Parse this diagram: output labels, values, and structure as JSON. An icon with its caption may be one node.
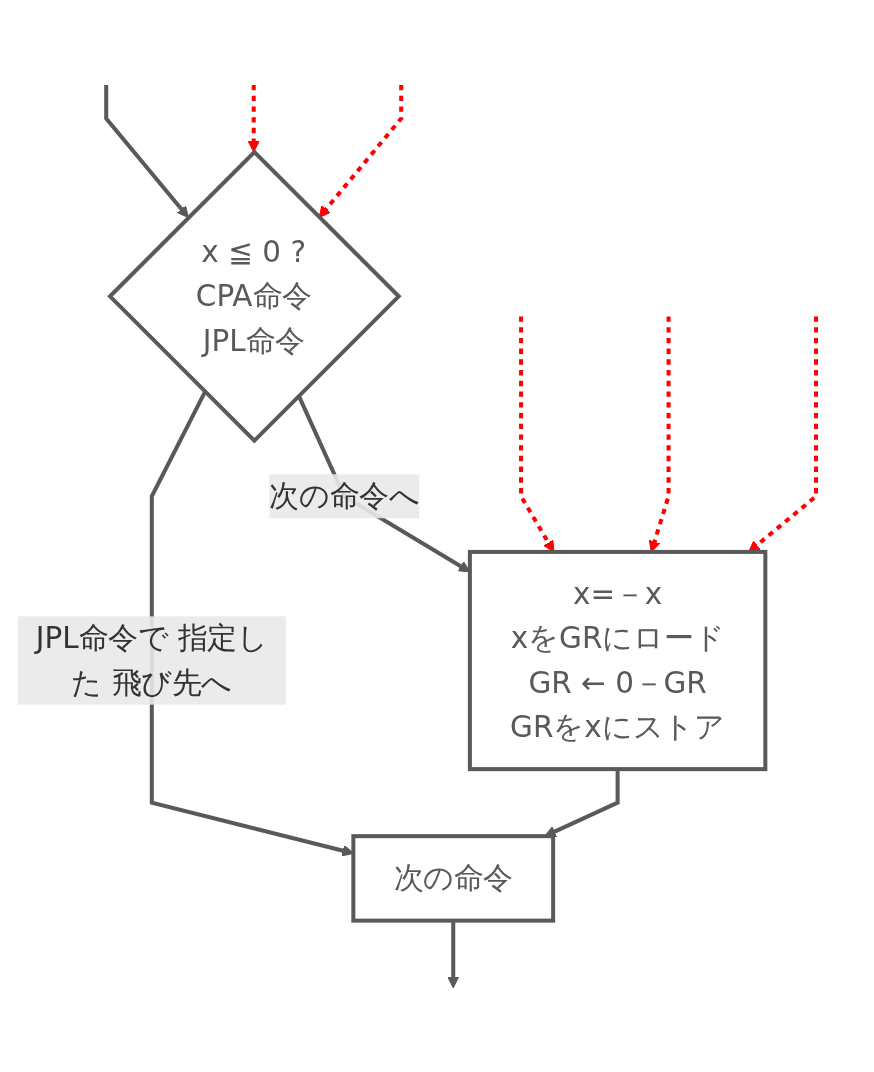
{
  "diagram": {
    "nodes": [
      {
        "text": [
          "x ≦ 0 ?",
          "CPA命令",
          "JPL命令"
        ]
      },
      {
        "text": [
          "x=－x",
          "xをGRにロード",
          "GR ← 0－GR",
          "GRをxにストア"
        ]
      },
      {
        "text": [
          "次の命令"
        ]
      }
    ],
    "edges": [
      {
        "from": null,
        "to": 0,
        "arrow": "to"
      },
      {
        "from": 0,
        "to": 1,
        "arrow": "to",
        "label": "次の命令へ"
      },
      {
        "from": 0,
        "to": 2,
        "arrow": "to",
        "label": "JPL命令で 指定した 飛び先へ"
      },
      {
        "from": 1,
        "to": 2,
        "arrow": "to"
      },
      {
        "from": 2,
        "to": null,
        "arrow": "to"
      },
      {
        "from": null,
        "to": 0,
        "arrow": "to",
        "style": "dashed",
        "color": "#ff0000"
      },
      {
        "from": null,
        "to": 0,
        "arrow": "to",
        "style": "dashed",
        "color": "#ff0000"
      },
      {
        "from": null,
        "to": 1,
        "arrow": "to",
        "style": "dashed",
        "color": "#ff0000"
      },
      {
        "from": null,
        "to": 1,
        "arrow": "to",
        "style": "dashed",
        "color": "#ff0000"
      },
      {
        "from": null,
        "to": 1,
        "arrow": "to",
        "style": "dashed",
        "color": "#ff0000"
      }
    ]
  }
}
